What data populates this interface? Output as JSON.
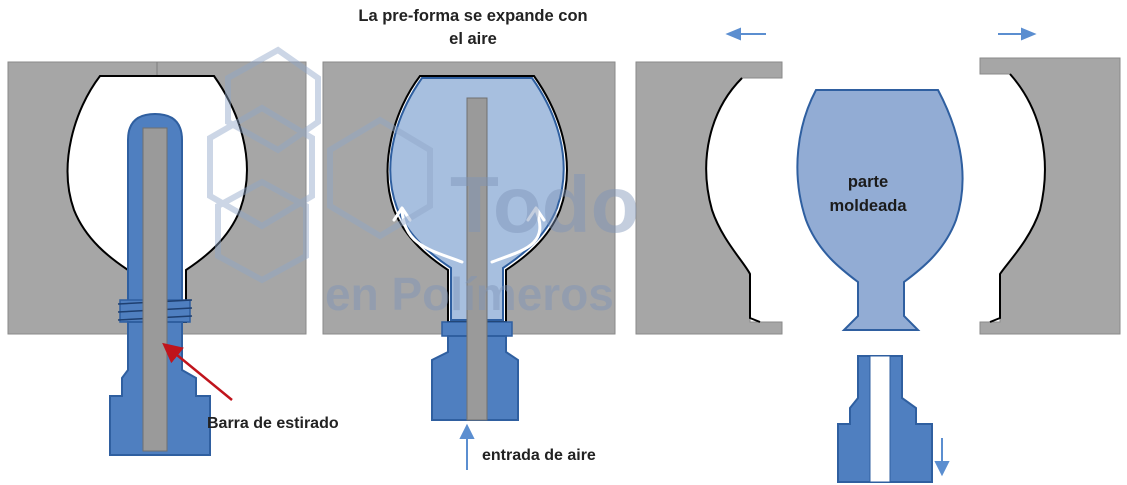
{
  "labels": {
    "title_line1": "La pre-forma se expande con",
    "title_line2": "el aire",
    "stretch_rod": "Barra de estirado",
    "air_inlet": "entrada de aire",
    "molded_part_line1": "parte",
    "molded_part_line2": "moldeada"
  },
  "watermark": {
    "line1": "Todo",
    "line2": "en Polímeros"
  },
  "icons": {
    "mold_open_left": "arrow-left-icon",
    "mold_open_right": "arrow-right-icon",
    "air_inlet": "arrow-up-icon",
    "part_eject": "arrow-down-icon",
    "air_flow": "curved-arrow-icon"
  },
  "colors": {
    "mold": "#a6a6a6",
    "mold_outline": "#8a8a8a",
    "preform": "#4f7fc0",
    "preform_outline": "#2f5fa0",
    "expanding": "#9db8dc",
    "molded_part": "#92acd4",
    "rod": "#9a9a9a",
    "arrow_blue": "#5b8ed0",
    "arrow_red": "#c0141c",
    "watermark": "#7e94b8"
  }
}
